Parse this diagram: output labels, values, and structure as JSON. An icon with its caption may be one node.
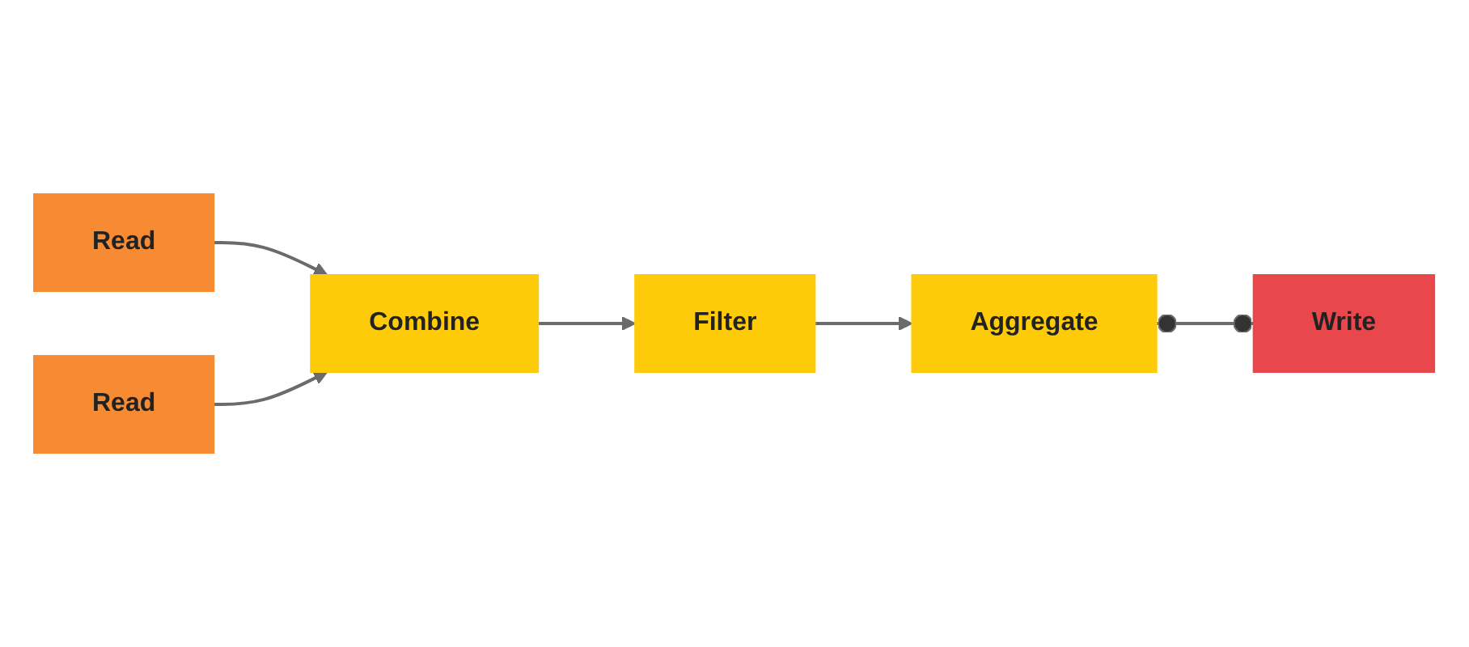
{
  "diagram": {
    "nodes": [
      {
        "text": [
          "Read"
        ]
      },
      {
        "text": [
          "Read"
        ]
      },
      {
        "text": [
          "Combine"
        ]
      },
      {
        "text": [
          "Filter"
        ]
      },
      {
        "text": [
          "Aggregate"
        ]
      },
      {
        "text": [
          "Write"
        ]
      }
    ],
    "edges": [
      {
        "from": 0,
        "to": 2,
        "arrow": "to"
      },
      {
        "from": 1,
        "to": 2,
        "arrow": "to"
      },
      {
        "from": 2,
        "to": 3,
        "arrow": "to"
      },
      {
        "from": 3,
        "to": 4,
        "arrow": "to"
      },
      {
        "from": 4,
        "to": 5,
        "arrow": "other"
      }
    ]
  }
}
